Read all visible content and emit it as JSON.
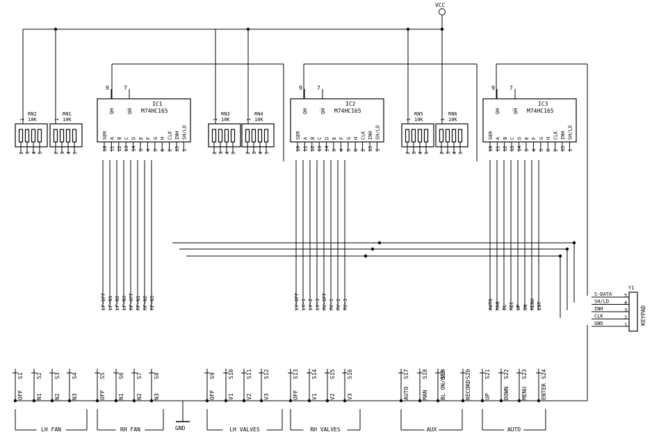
{
  "vcc": "VCC",
  "gnd": "GND",
  "ics": [
    {
      "ref": "IC1",
      "part": "M74HC165",
      "top_pins": [
        "9",
        "7"
      ],
      "top_labels": [
        "QH",
        "QH̅"
      ],
      "bottom_labels": [
        "SER",
        "A",
        "B",
        "C",
        "D",
        "E",
        "F",
        "G",
        "H",
        "CLK",
        "INH",
        "SH/LD"
      ],
      "bottom_pins": [
        "10",
        "11",
        "12",
        "13",
        "14",
        "3",
        "4",
        "5",
        "6",
        "2",
        "15",
        "1"
      ]
    },
    {
      "ref": "IC2",
      "part": "M74HC165",
      "top_pins": [
        "9",
        "7"
      ],
      "top_labels": [
        "QH",
        "QH̅"
      ],
      "bottom_labels": [
        "SER",
        "A",
        "B",
        "C",
        "D",
        "E",
        "F",
        "G",
        "H",
        "CLK",
        "INH",
        "SH/LD"
      ],
      "bottom_pins": [
        "10",
        "11",
        "12",
        "13",
        "14",
        "3",
        "4",
        "5",
        "6",
        "2",
        "15",
        "1"
      ]
    },
    {
      "ref": "IC3",
      "part": "M74HC165",
      "top_pins": [
        "9",
        "7"
      ],
      "top_labels": [
        "QH",
        "QH̅"
      ],
      "bottom_labels": [
        "SER",
        "A",
        "B",
        "C",
        "D",
        "E",
        "F",
        "G",
        "H",
        "CLK",
        "INH",
        "SH/LD"
      ],
      "bottom_pins": [
        "10",
        "11",
        "12",
        "13",
        "14",
        "3",
        "4",
        "5",
        "6",
        "2",
        "15",
        "1"
      ]
    }
  ],
  "resistor_networks": [
    {
      "ref": "RN2",
      "value": "10K",
      "pin1": "1",
      "pins": [
        "2",
        "3",
        "4",
        "5"
      ]
    },
    {
      "ref": "RN1",
      "value": "10K",
      "pin1": "1",
      "pins": [
        "2",
        "3",
        "4",
        "5"
      ]
    },
    {
      "ref": "RN3",
      "value": "10K",
      "pin1": "1",
      "pins": [
        "2",
        "3",
        "4",
        "5"
      ]
    },
    {
      "ref": "RN4",
      "value": "10K",
      "pin1": "1",
      "pins": [
        "2",
        "3",
        "4",
        "5"
      ]
    },
    {
      "ref": "RN5",
      "value": "10K",
      "pin1": "1",
      "pins": [
        "2",
        "3",
        "4",
        "5"
      ]
    },
    {
      "ref": "RN6",
      "value": "10K",
      "pin1": "1",
      "pins": [
        "2",
        "3",
        "4",
        "5"
      ]
    }
  ],
  "net_labels": [
    [
      "LF-OFF",
      "LF-N1",
      "LF-N2",
      "LF-N3",
      "RF-OFF",
      "RF-N1",
      "RF-N2",
      "RF-N3"
    ],
    [
      "LV-OFF",
      "LV-1",
      "LV-2",
      "LV-3",
      "RV-OFF",
      "RV-1",
      "RV-2",
      "RV-3"
    ],
    [
      "AUTO",
      "MAN",
      "BL",
      "REC",
      "UP",
      "DN",
      "MENU",
      "ENT"
    ]
  ],
  "switches": [
    {
      "ref": "S1",
      "label": "OFF"
    },
    {
      "ref": "S2",
      "label": "N1"
    },
    {
      "ref": "S3",
      "label": "N2"
    },
    {
      "ref": "S4",
      "label": "N3"
    },
    {
      "ref": "S5",
      "label": "OFF"
    },
    {
      "ref": "S6",
      "label": "N1"
    },
    {
      "ref": "S7",
      "label": "N2"
    },
    {
      "ref": "S8",
      "label": "N3"
    },
    {
      "ref": "S9",
      "label": "OFF"
    },
    {
      "ref": "S10",
      "label": "V1"
    },
    {
      "ref": "S11",
      "label": "V2"
    },
    {
      "ref": "S12",
      "label": "V3"
    },
    {
      "ref": "S13",
      "label": "OFF"
    },
    {
      "ref": "S14",
      "label": "V1"
    },
    {
      "ref": "S15",
      "label": "V2"
    },
    {
      "ref": "S16",
      "label": "V3"
    },
    {
      "ref": "S17",
      "label": "AUTO"
    },
    {
      "ref": "S18",
      "label": "MAN"
    },
    {
      "ref": "S19",
      "label": "BL ON/OFF"
    },
    {
      "ref": "S20",
      "label": "RECORD"
    },
    {
      "ref": "S21",
      "label": "UP"
    },
    {
      "ref": "S22",
      "label": "DOWN"
    },
    {
      "ref": "S23",
      "label": "MENU"
    },
    {
      "ref": "S24",
      "label": "ENTER"
    }
  ],
  "groups": [
    "LH FAN",
    "RH FAN",
    "LH VALVES",
    "RH VALVES",
    "AUX",
    "AUTO"
  ],
  "connector": {
    "ref": "Y1",
    "name": "KEYPAD",
    "pins": [
      {
        "num": "5",
        "label": "S-DATA"
      },
      {
        "num": "4",
        "label": "SH/LD"
      },
      {
        "num": "3",
        "label": "INH"
      },
      {
        "num": "2",
        "label": "CLK"
      },
      {
        "num": "1",
        "label": "GND"
      }
    ]
  }
}
